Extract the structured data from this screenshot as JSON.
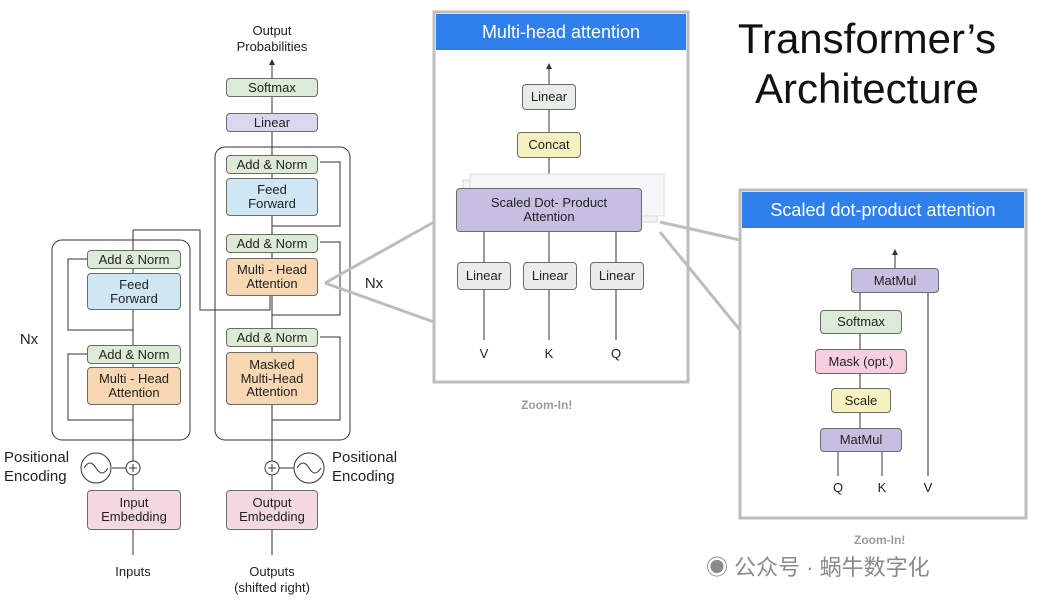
{
  "title": "Transformer’s\nArchitecture",
  "encoder": {
    "add_norm_top": "Add & Norm",
    "feed_forward": "Feed\nForward",
    "add_norm_bottom": "Add & Norm",
    "multi_head": "Multi - Head\nAttention",
    "nx": "Nx",
    "positional": "Positional\nEncoding",
    "embedding": "Input\nEmbedding",
    "input_label": "Inputs"
  },
  "decoder": {
    "output_probs": "Output\nProbabilities",
    "softmax": "Softmax",
    "linear": "Linear",
    "add_norm_1": "Add & Norm",
    "feed_forward": "Feed\nForward",
    "add_norm_2": "Add & Norm",
    "multi_head": "Multi - Head\nAttention",
    "add_norm_3": "Add & Norm",
    "masked": "Masked\nMulti-Head\nAttention",
    "nx": "Nx",
    "positional": "Positional\nEncoding",
    "embedding": "Output\nEmbedding",
    "output_label": "Outputs\n(shifted right)"
  },
  "mha_panel": {
    "header": "Multi-head attention",
    "linear_top": "Linear",
    "concat": "Concat",
    "scaled": "Scaled Dot- Product\nAttention",
    "linear_v": "Linear",
    "linear_k": "Linear",
    "linear_q": "Linear",
    "v": "V",
    "k": "K",
    "q": "Q",
    "zoom": "Zoom-In!"
  },
  "sdpa_panel": {
    "header": "Scaled dot-product attention",
    "matmul_top": "MatMul",
    "softmax": "Softmax",
    "mask": "Mask (opt.)",
    "scale": "Scale",
    "matmul_bottom": "MatMul",
    "q": "Q",
    "k": "K",
    "v": "V",
    "zoom": "Zoom-In!"
  },
  "watermark": "公众号 · 蜗牛数字化",
  "colors": {
    "panel_header": "#2f80ed",
    "green": "#dcebd6",
    "lavender": "#d9d8ee",
    "yellow": "#f5f2c0",
    "blue": "#cfe6f3",
    "orange": "#f7d8b2",
    "pink": "#f3d9df",
    "purple": "#c7bfe2",
    "mask": "#f5cfe0"
  }
}
